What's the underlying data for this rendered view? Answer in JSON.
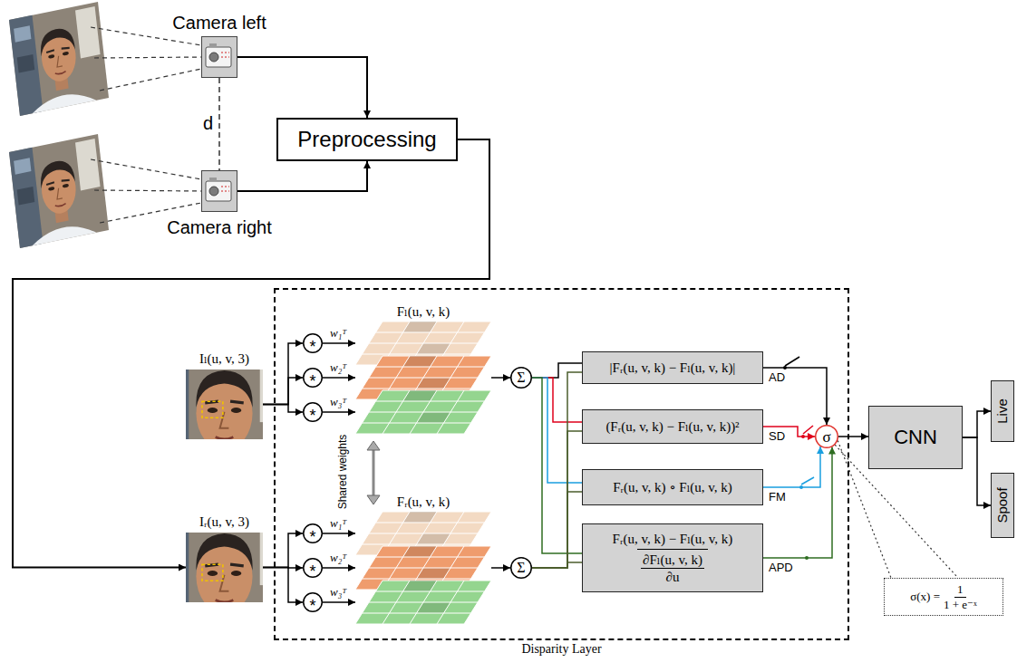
{
  "diagram": {
    "nodes": [
      {
        "text": [
          "Camera left"
        ]
      },
      {
        "text": [
          "Camera right"
        ]
      },
      {
        "text": [
          "Preprocessing"
        ]
      },
      {
        "text": [
          "Iₗ(u, v, 3)"
        ]
      },
      {
        "text": [
          "Iᵣ(u, v, 3)"
        ]
      },
      {
        "text": [
          "Disparity Layer"
        ]
      },
      {
        "text": [
          "*"
        ],
        "in": 5
      },
      {
        "text": [
          "*"
        ],
        "in": 5
      },
      {
        "text": [
          "*"
        ],
        "in": 5
      },
      {
        "text": [
          "*"
        ],
        "in": 5
      },
      {
        "text": [
          "*"
        ],
        "in": 5
      },
      {
        "text": [
          "*"
        ],
        "in": 5
      },
      {
        "text": [
          "Fₗ(u, v, k)",
          "w₁ᵀ",
          "w₂ᵀ",
          "w₃ᵀ"
        ],
        "in": 5
      },
      {
        "text": [
          "Fᵣ(u, v, k)",
          "w₁ᵀ",
          "w₂ᵀ",
          "w₃ᵀ"
        ],
        "in": 5
      },
      {
        "text": [
          "Σ"
        ],
        "in": 5
      },
      {
        "text": [
          "Σ"
        ],
        "in": 5
      },
      {
        "text": [
          "|Fᵣ(u, v, k) − Fₗ(u, v, k)|"
        ],
        "in": 5
      },
      {
        "text": [
          "(Fᵣ(u, v, k) − Fₗ(u, v, k))²"
        ],
        "in": 5
      },
      {
        "text": [
          "Fᵣ(u, v, k) ∘ Fₗ(u, v, k)"
        ],
        "in": 5
      },
      {
        "text": [
          "Fᵣ(u, v, k) − Fₗ(u, v, k)",
          "∂Fₗ(u, v, k)",
          "∂u"
        ],
        "in": 5
      },
      {
        "text": [
          "σ"
        ],
        "in": 5
      },
      {
        "text": [
          "CNN"
        ]
      },
      {
        "text": [
          "Live"
        ]
      },
      {
        "text": [
          "Spoof"
        ]
      },
      {
        "text": [
          "σ(x) =",
          "1",
          "1 + e⁻ˣ"
        ]
      }
    ],
    "edges": [
      {
        "from": 0,
        "to": 2,
        "arrow": "to"
      },
      {
        "from": 1,
        "to": 2,
        "arrow": "to"
      },
      {
        "from": 2,
        "to": 4,
        "arrow": "to"
      },
      {
        "from": 3,
        "to": 6,
        "arrow": "to"
      },
      {
        "from": 3,
        "to": 7,
        "arrow": "to"
      },
      {
        "from": 3,
        "to": 8,
        "arrow": "to"
      },
      {
        "from": 4,
        "to": 9,
        "arrow": "to"
      },
      {
        "from": 4,
        "to": 10,
        "arrow": "to"
      },
      {
        "from": 4,
        "to": 11,
        "arrow": "to"
      },
      {
        "from": 6,
        "to": 12,
        "arrow": "to"
      },
      {
        "from": 7,
        "to": 12,
        "arrow": "to"
      },
      {
        "from": 8,
        "to": 12,
        "arrow": "to"
      },
      {
        "from": 9,
        "to": 13,
        "arrow": "to"
      },
      {
        "from": 10,
        "to": 13,
        "arrow": "to"
      },
      {
        "from": 11,
        "to": 13,
        "arrow": "to"
      },
      {
        "from": 12,
        "to": 14,
        "arrow": "to"
      },
      {
        "from": 13,
        "to": 15,
        "arrow": "to"
      },
      {
        "from": 14,
        "to": 16,
        "arrow": "none"
      },
      {
        "from": 14,
        "to": 17,
        "arrow": "none"
      },
      {
        "from": 14,
        "to": 18,
        "arrow": "none"
      },
      {
        "from": 14,
        "to": 19,
        "arrow": "none"
      },
      {
        "from": 15,
        "to": 16,
        "arrow": "none"
      },
      {
        "from": 15,
        "to": 17,
        "arrow": "none"
      },
      {
        "from": 15,
        "to": 18,
        "arrow": "none"
      },
      {
        "from": 15,
        "to": 19,
        "arrow": "none"
      },
      {
        "from": 16,
        "to": 20,
        "arrow": "to",
        "label": "AD"
      },
      {
        "from": 17,
        "to": 20,
        "arrow": "to",
        "label": "SD"
      },
      {
        "from": 18,
        "to": 20,
        "arrow": "to",
        "label": "FM"
      },
      {
        "from": 19,
        "to": 20,
        "arrow": "to",
        "label": "APD"
      },
      {
        "from": 20,
        "to": 21,
        "arrow": "to"
      },
      {
        "from": 21,
        "to": 22,
        "arrow": "to"
      },
      {
        "from": 21,
        "to": 23,
        "arrow": "to"
      },
      {
        "from": 20,
        "to": 24,
        "arrow": "none"
      }
    ],
    "labels": [
      "d",
      "Shared weights"
    ]
  }
}
